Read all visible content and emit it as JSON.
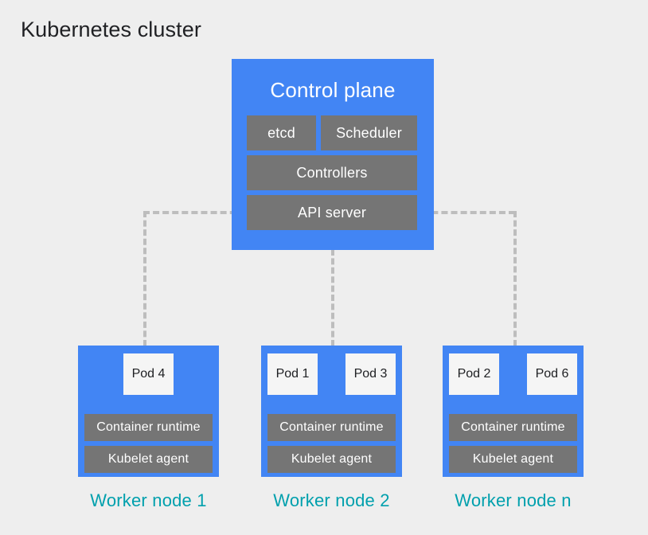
{
  "diagram": {
    "title": "Kubernetes cluster",
    "background_color": "#eeeeee",
    "accent_blue": "#4285f4",
    "component_gray": "#757575",
    "pod_fill": "#f5f5f5",
    "label_teal": "#00a0ad",
    "connector_gray": "#bdbdbd"
  },
  "control_plane": {
    "title": "Control plane",
    "components": [
      {
        "label": "etcd"
      },
      {
        "label": "Scheduler"
      },
      {
        "label": "Controllers"
      },
      {
        "label": "API server"
      }
    ]
  },
  "worker_nodes": [
    {
      "label": "Worker node 1",
      "pods": [
        {
          "label": "Pod 4"
        }
      ],
      "components": [
        {
          "label": "Container runtime"
        },
        {
          "label": "Kubelet agent"
        }
      ]
    },
    {
      "label": "Worker node 2",
      "pods": [
        {
          "label": "Pod 1"
        },
        {
          "label": "Pod 3"
        }
      ],
      "components": [
        {
          "label": "Container runtime"
        },
        {
          "label": "Kubelet agent"
        }
      ]
    },
    {
      "label": "Worker node n",
      "pods": [
        {
          "label": "Pod 2"
        },
        {
          "label": "Pod 6"
        }
      ],
      "components": [
        {
          "label": "Container runtime"
        },
        {
          "label": "Kubelet agent"
        }
      ]
    }
  ]
}
